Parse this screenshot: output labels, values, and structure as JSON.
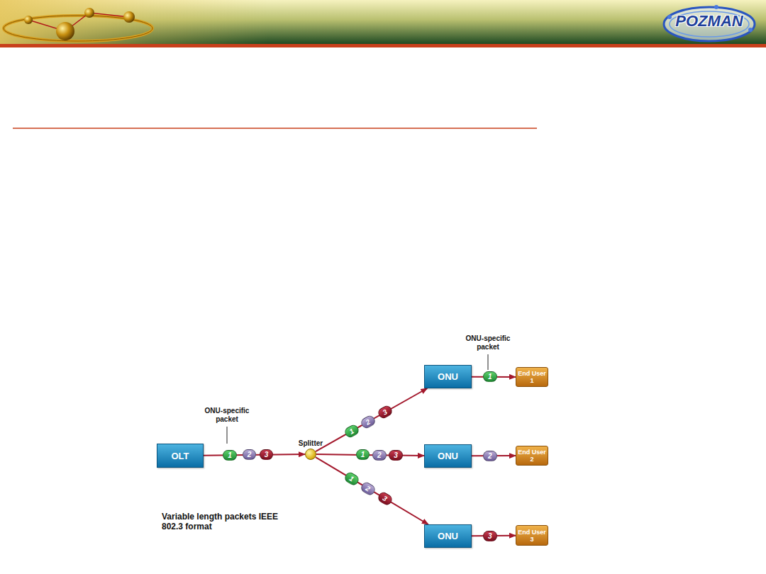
{
  "diagram": {
    "nodes": [
      {
        "text": [
          "OLT"
        ]
      },
      {
        "text": [
          "1"
        ]
      },
      {
        "text": [
          "2"
        ]
      },
      {
        "text": [
          "3"
        ]
      },
      {
        "text": [
          "Splitter"
        ]
      },
      {
        "text": [
          "1"
        ]
      },
      {
        "text": [
          "2"
        ]
      },
      {
        "text": [
          "3"
        ]
      },
      {
        "text": [
          "ONU"
        ]
      },
      {
        "text": [
          "1"
        ]
      },
      {
        "text": [
          "End User 1"
        ]
      },
      {
        "text": [
          "1"
        ]
      },
      {
        "text": [
          "2"
        ]
      },
      {
        "text": [
          "3"
        ]
      },
      {
        "text": [
          "ONU"
        ]
      },
      {
        "text": [
          "2"
        ]
      },
      {
        "text": [
          "End User 2"
        ]
      },
      {
        "text": [
          "1"
        ]
      },
      {
        "text": [
          "2"
        ]
      },
      {
        "text": [
          "3"
        ]
      },
      {
        "text": [
          "ONU"
        ]
      },
      {
        "text": [
          "3"
        ]
      },
      {
        "text": [
          "End User 3"
        ]
      }
    ],
    "edges": [
      {
        "from": 0,
        "to": 4,
        "arrow": "to"
      },
      {
        "from": 4,
        "to": 8,
        "arrow": "to"
      },
      {
        "from": 4,
        "to": 14,
        "arrow": "to"
      },
      {
        "from": 4,
        "to": 20,
        "arrow": "to"
      },
      {
        "from": 8,
        "to": 10,
        "arrow": "to"
      },
      {
        "from": 14,
        "to": 16,
        "arrow": "to"
      },
      {
        "from": 20,
        "to": 22,
        "arrow": "to"
      }
    ],
    "labels": [
      "POZMAN",
      "ONU-specific packet",
      "ONU-specific packet",
      "Variable length packets IEEE 802.3 format"
    ]
  }
}
